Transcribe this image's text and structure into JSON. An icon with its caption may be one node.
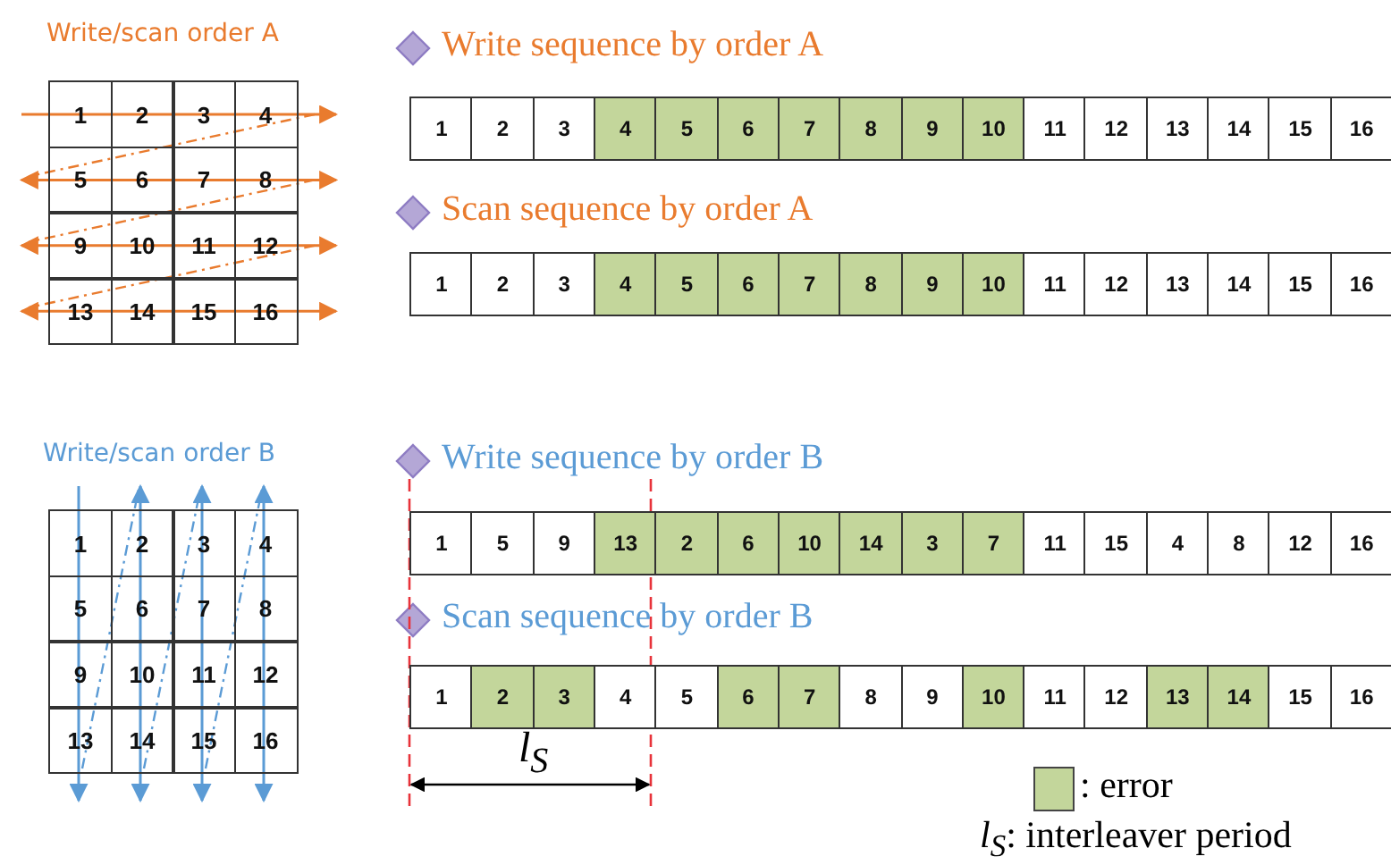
{
  "diagram": {
    "labels": [
      "Write/scan order A",
      "1",
      "2",
      "3",
      "4",
      "5",
      "6",
      "7",
      "8",
      "9",
      "10",
      "11",
      "12",
      "13",
      "14",
      "15",
      "16",
      "Write sequence by order A",
      "1",
      "2",
      "3",
      "4",
      "5",
      "6",
      "7",
      "8",
      "9",
      "10",
      "11",
      "12",
      "13",
      "14",
      "15",
      "16",
      "Scan sequence by order A",
      "1",
      "2",
      "3",
      "4",
      "5",
      "6",
      "7",
      "8",
      "9",
      "10",
      "11",
      "12",
      "13",
      "14",
      "15",
      "16",
      "Write/scan order B",
      "1",
      "2",
      "3",
      "4",
      "5",
      "6",
      "7",
      "8",
      "9",
      "10",
      "11",
      "12",
      "13",
      "14",
      "15",
      "16",
      "Write sequence by order B",
      "1",
      "5",
      "9",
      "13",
      "2",
      "6",
      "10",
      "14",
      "3",
      "7",
      "11",
      "15",
      "4",
      "8",
      "12",
      "16",
      "Scan sequence by order B",
      "1",
      "2",
      "3",
      "4",
      "5",
      "6",
      "7",
      "8",
      "9",
      "10",
      "11",
      "12",
      "13",
      "14",
      "15",
      "16",
      "l$_{S}$",
      "*l*$_{S}$: interleaver period"
    ],
    "legend": [
      {
        "text": ": error",
        "color": "#c3d69b"
      }
    ]
  }
}
